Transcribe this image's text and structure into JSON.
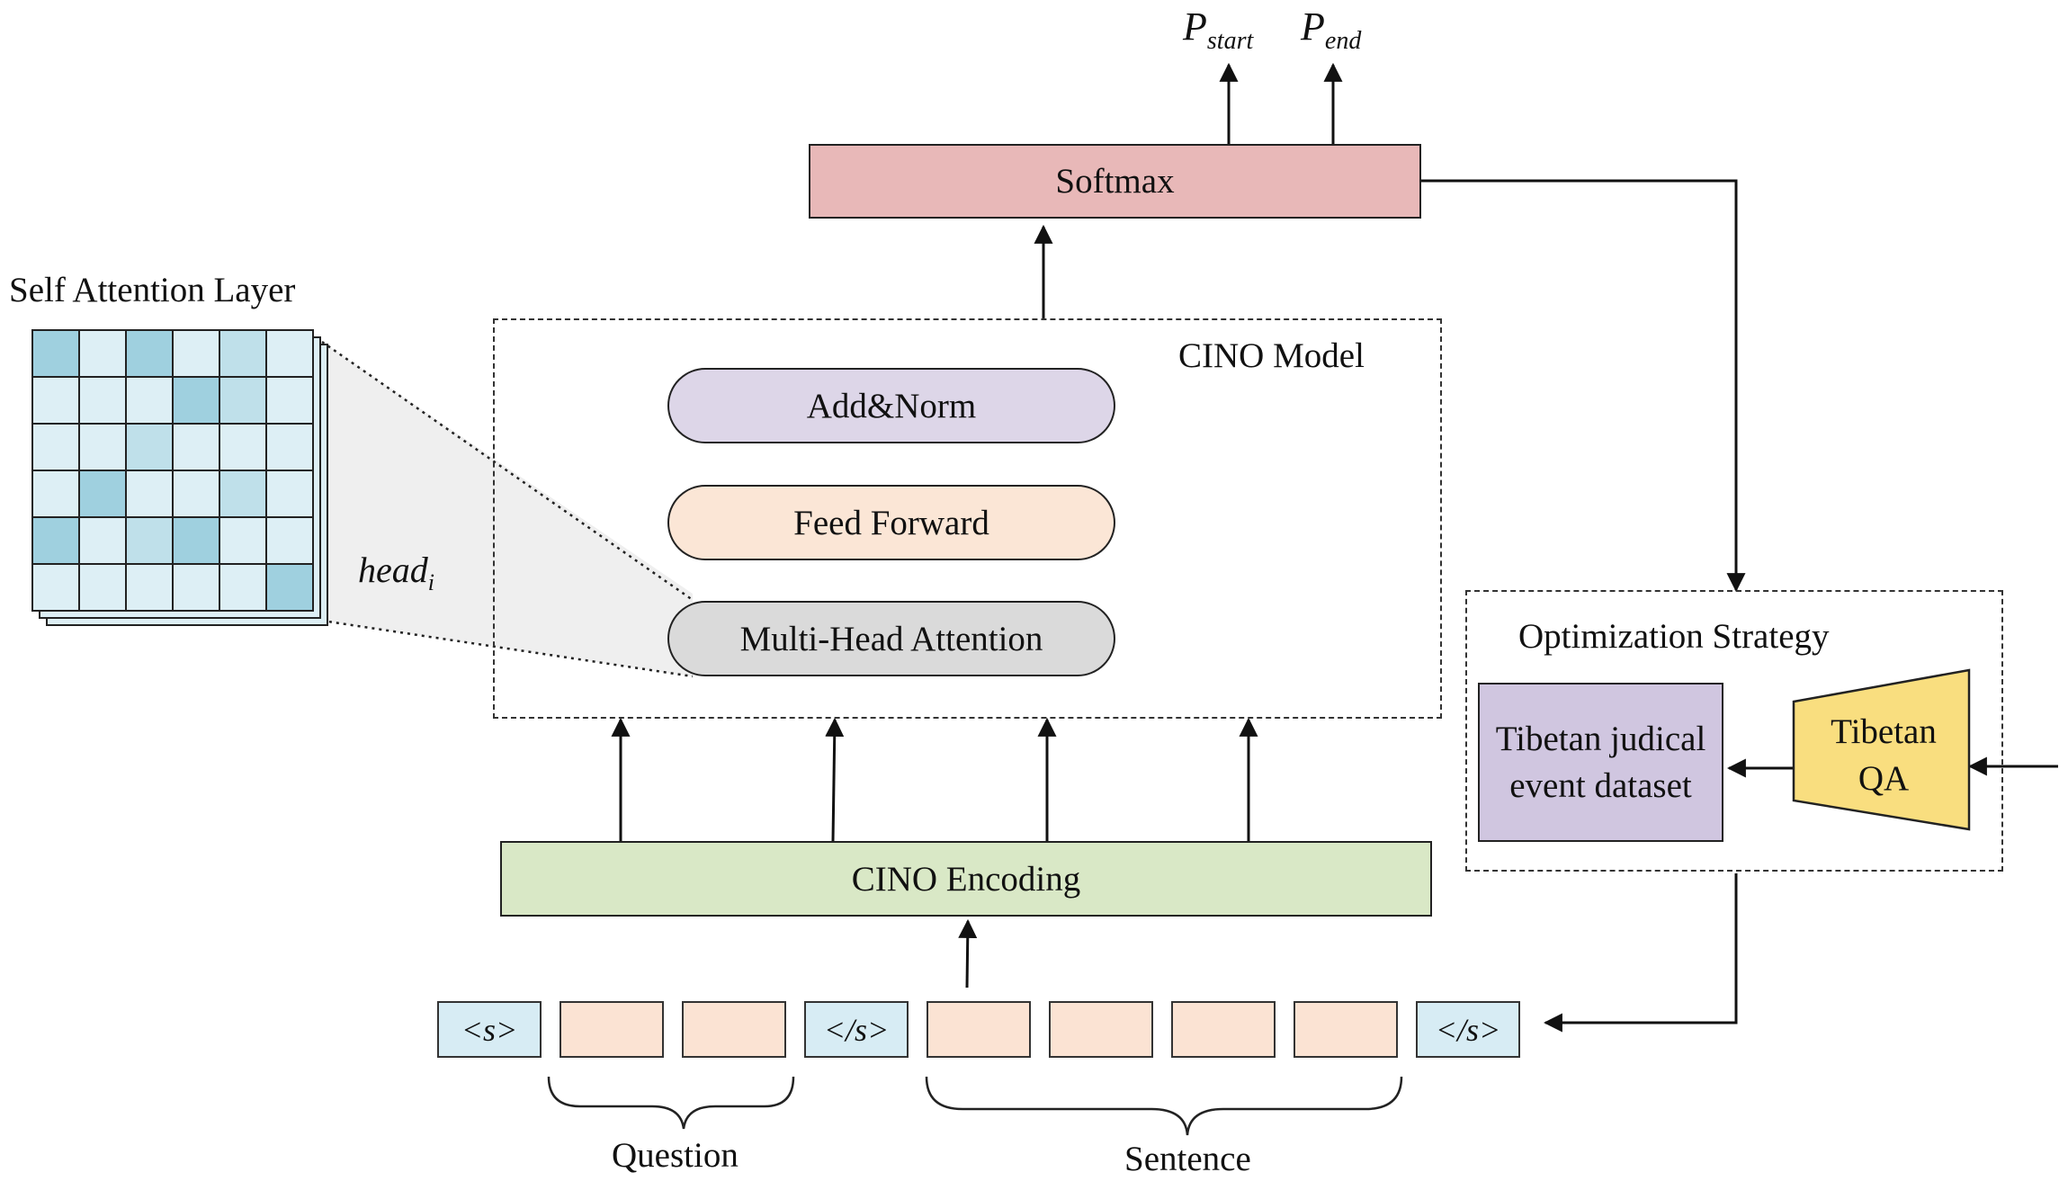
{
  "outputs": {
    "p_start_base": "P",
    "p_start_sub": "start",
    "p_end_base": "P",
    "p_end_sub": "end"
  },
  "softmax": {
    "label": "Softmax",
    "color": "#e8b8b8"
  },
  "cino_model": {
    "title": "CINO Model"
  },
  "layers": {
    "add_norm": {
      "label": "Add&Norm",
      "color": "#ddd6e8"
    },
    "feed_forward": {
      "label": "Feed Forward",
      "color": "#fbe6d6"
    },
    "multi_head": {
      "label": "Multi-Head Attention",
      "color": "#dadada"
    }
  },
  "self_attention": {
    "title": "Self Attention Layer",
    "head_base": "head",
    "head_sub": "i",
    "cell_light": "#ddeff5",
    "cell_dark": "#9fd0df",
    "cell_mid": "#bfe0ea"
  },
  "cino_encoding": {
    "label": "CINO Encoding",
    "color": "#d9e8c6"
  },
  "optimization": {
    "title": "Optimization Strategy",
    "dataset_label": "Tibetan judical event dataset",
    "dataset_color": "#d0c6e0",
    "qa_label": "Tibetan QA",
    "qa_color": "#f9de7f"
  },
  "tokens": {
    "start": "<s>",
    "sep": "</s>",
    "end": "</s>",
    "special_color": "#d7ecf4",
    "word_color": "#fbe3d3"
  },
  "groups": {
    "question": "Question",
    "sentence": "Sentence"
  }
}
